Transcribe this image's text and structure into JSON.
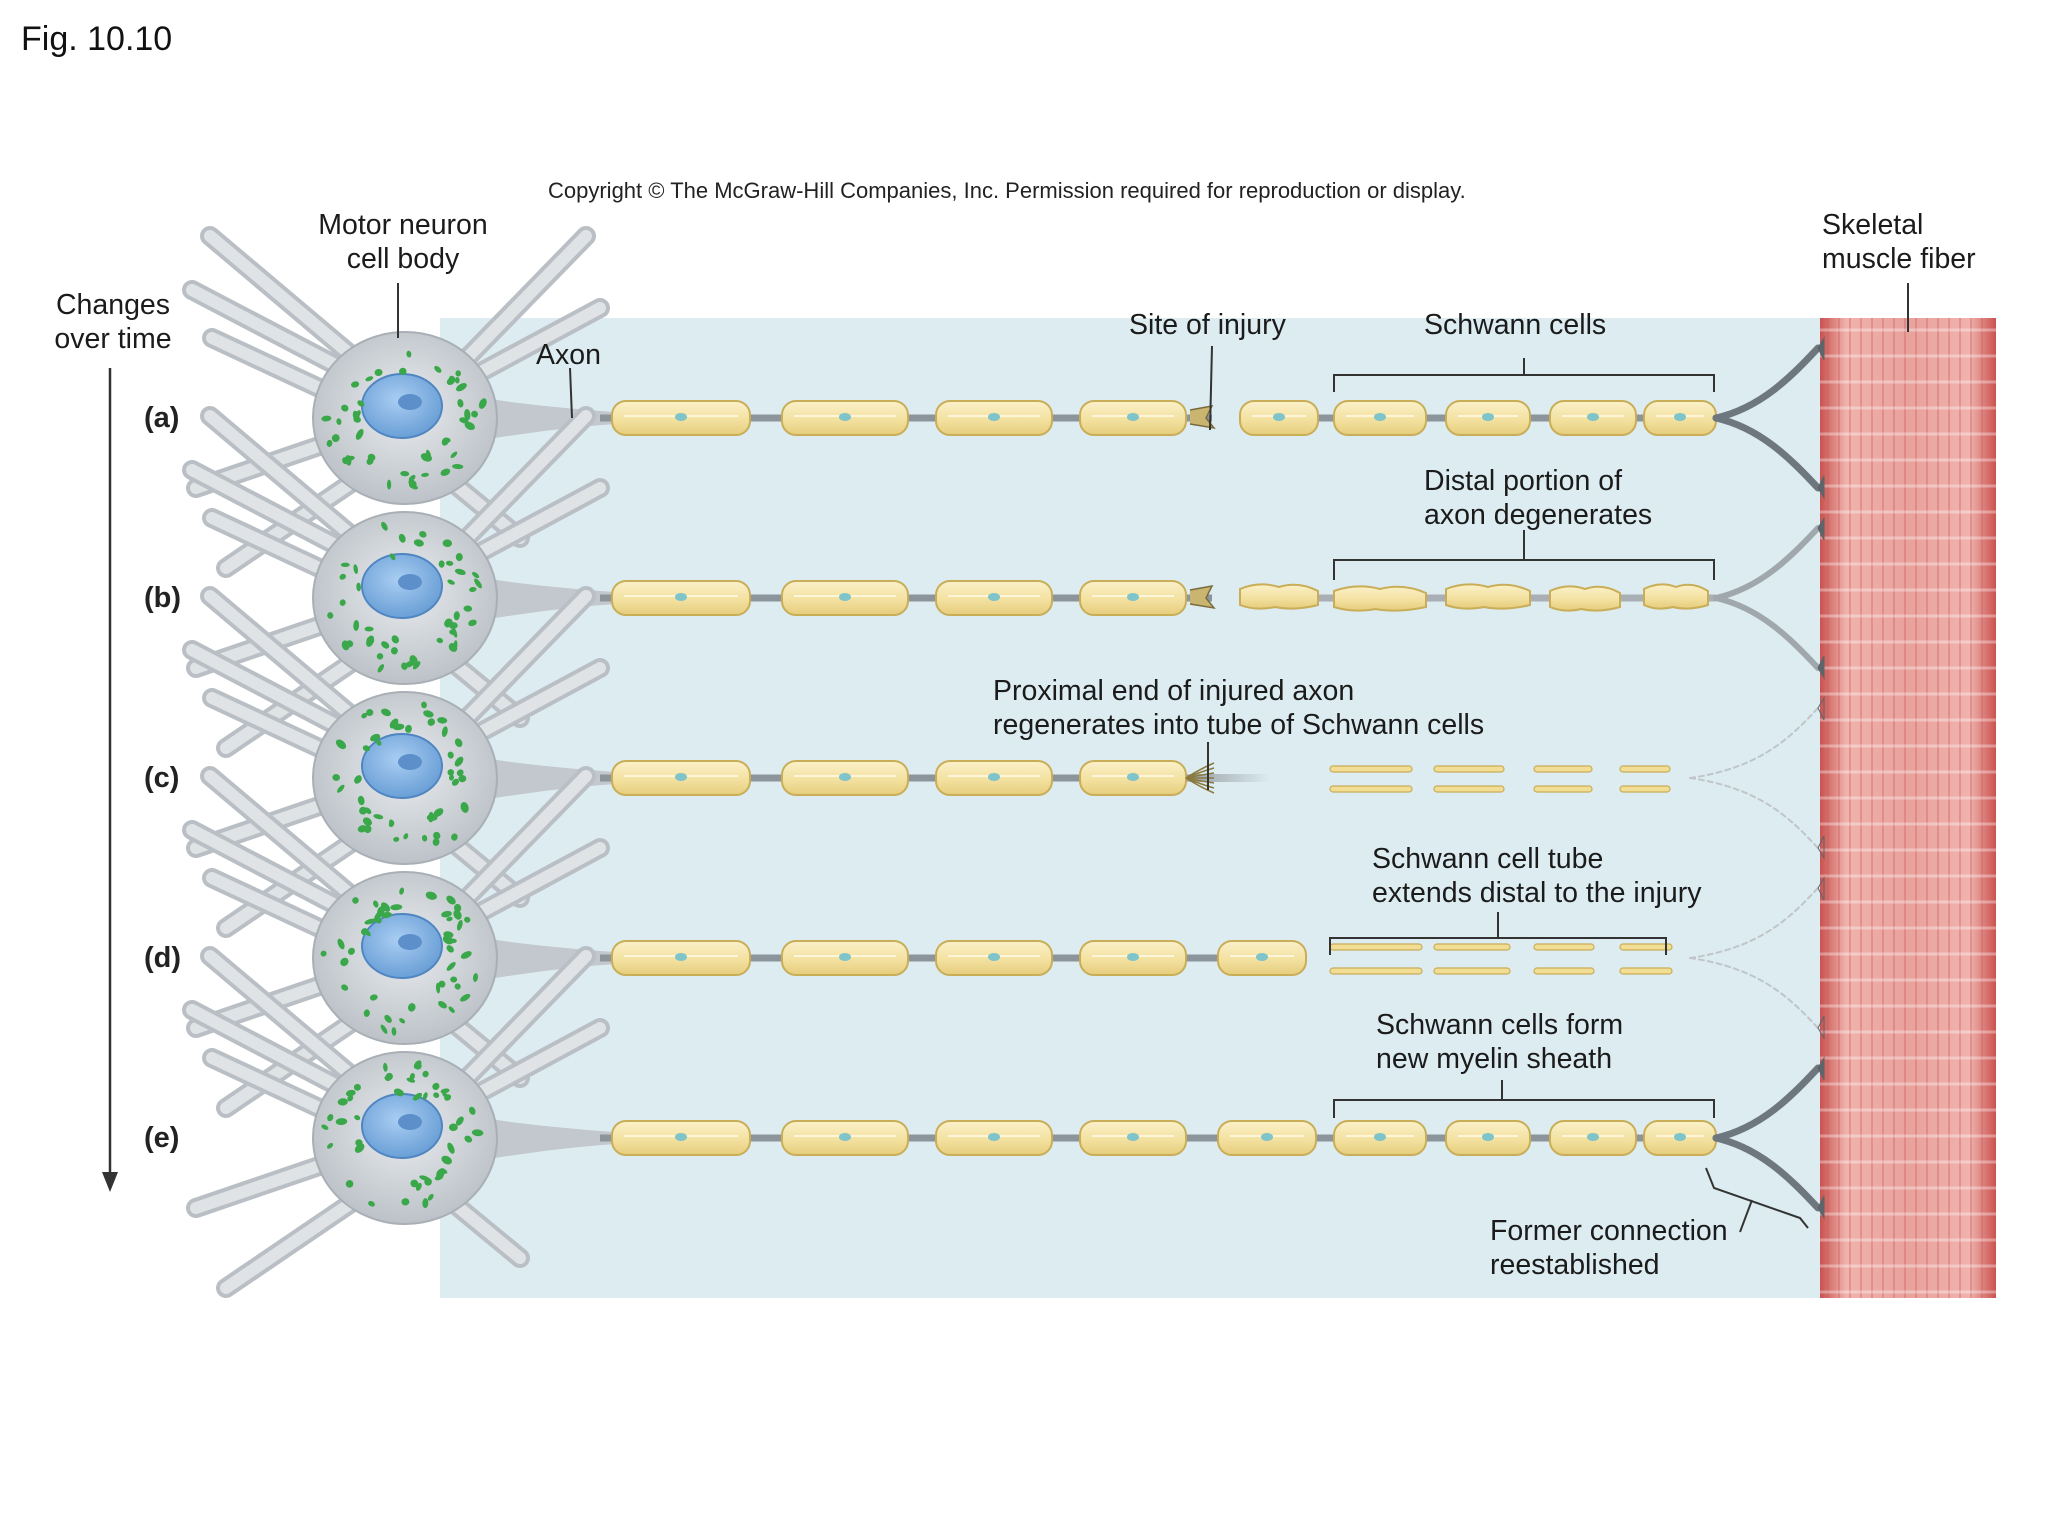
{
  "figure": {
    "label": "Fig. 10.10",
    "copyright": "Copyright © The McGraw-Hill Companies, Inc. Permission required for reproduction or display."
  },
  "labels": {
    "motor_neuron_line1": "Motor neuron",
    "motor_neuron_line2": "cell body",
    "changes_line1": "Changes",
    "changes_line2": "over time",
    "axon": "Axon",
    "site_of_injury": "Site of injury",
    "schwann_cells": "Schwann cells",
    "skeletal_line1": "Skeletal",
    "skeletal_line2": "muscle fiber",
    "distal_line1": "Distal portion of",
    "distal_line2": "axon degenerates",
    "proximal_line1": "Proximal end of injured axon",
    "proximal_line2": "regenerates into tube of Schwann cells",
    "tube_line1": "Schwann cell tube",
    "tube_line2": "extends distal to the injury",
    "myelin_line1": "Schwann cells form",
    "myelin_line2": "new myelin sheath",
    "former_line1": "Former connection",
    "former_line2": "reestablished"
  },
  "stages": [
    {
      "letter": "(a)"
    },
    {
      "letter": "(b)"
    },
    {
      "letter": "(c)"
    },
    {
      "letter": "(d)"
    },
    {
      "letter": "(e)"
    }
  ],
  "colors": {
    "background_panel": "#dcecf1",
    "neuron_body": "#c9ced3",
    "nucleus": "#7fb2e6",
    "nissl_granules": "#3aa84a",
    "myelin": "#f3e3a6",
    "myelin_stroke": "#c9ad57",
    "axon": "#8d959c",
    "muscle": "#d97a78"
  }
}
